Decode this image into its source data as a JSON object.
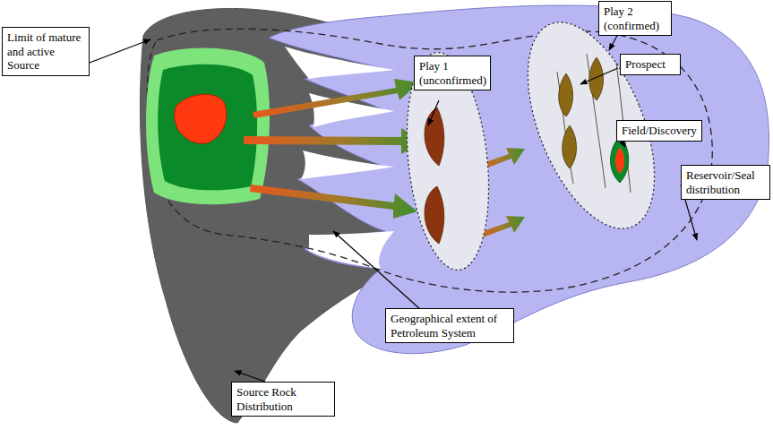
{
  "diagram": {
    "nodes": [
      {
        "text": [
          "Limit of mature and active Source"
        ]
      },
      {
        "text": [
          "Play 1 (unconfirmed)"
        ]
      },
      {
        "text": [
          "Play 2 (confirmed)"
        ]
      },
      {
        "text": [
          "Prospect"
        ]
      },
      {
        "text": [
          "Field/Discovery"
        ]
      },
      {
        "text": [
          "Reservoir/Seal distribution"
        ]
      },
      {
        "text": [
          "Geographical extent of Petroleum System"
        ]
      },
      {
        "text": [
          "Source Rock Distribution"
        ]
      }
    ]
  }
}
